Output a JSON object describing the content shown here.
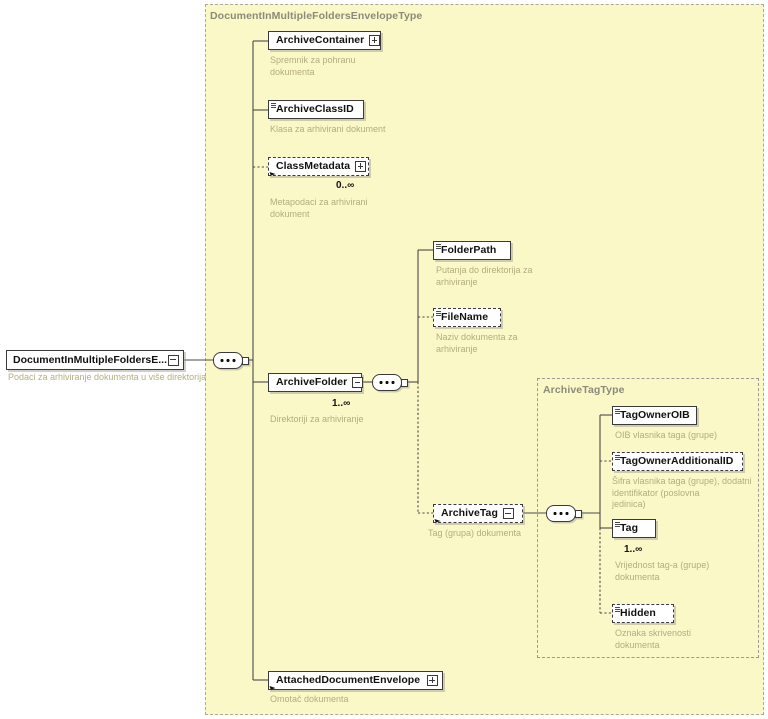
{
  "diagram": {
    "type": "xsd-schema-tree",
    "root": {
      "label": "DocumentInMultipleFoldersE...",
      "annotation": "Podaci za arhiviranje dokumenta u više direktorija"
    },
    "groups": [
      {
        "id": "envelope-type",
        "title": "DocumentInMultipleFoldersEnvelopeType"
      },
      {
        "id": "archive-tag-type",
        "title": "ArchiveTagType"
      }
    ],
    "nodes": [
      {
        "id": "archive-container",
        "label": "ArchiveContainer",
        "annotation": "Spremnik za pohranu\ndokumenta",
        "optional": false,
        "expander": "plus",
        "cardinality": ""
      },
      {
        "id": "archive-class-id",
        "label": "ArchiveClassID",
        "annotation": "Klasa za arhivirani dokument",
        "optional": false,
        "expander": "",
        "cardinality": ""
      },
      {
        "id": "class-metadata",
        "label": "ClassMetadata",
        "annotation": "Metapodaci za arhivirani\ndokument",
        "optional": true,
        "expander": "plus",
        "cardinality": "0..∞"
      },
      {
        "id": "archive-folder",
        "label": "ArchiveFolder",
        "annotation": "Direktoriji za arhiviranje",
        "optional": false,
        "expander": "minus",
        "cardinality": "1..∞"
      },
      {
        "id": "folder-path",
        "label": "FolderPath",
        "annotation": "Putanja do direktorija za\narhiviranje",
        "optional": false,
        "expander": "",
        "cardinality": ""
      },
      {
        "id": "file-name",
        "label": "FileName",
        "annotation": "Naziv dokumenta za\narhiviranje",
        "optional": true,
        "expander": "",
        "cardinality": ""
      },
      {
        "id": "archive-tag",
        "label": "ArchiveTag",
        "annotation": "Tag (grupa) dokumenta",
        "optional": true,
        "expander": "minus",
        "cardinality": ""
      },
      {
        "id": "tag-owner-oib",
        "label": "TagOwnerOIB",
        "annotation": "OIB vlasnika taga (grupe)",
        "optional": false,
        "expander": "",
        "cardinality": ""
      },
      {
        "id": "tag-owner-additional-id",
        "label": "TagOwnerAdditionalID",
        "annotation": "Šifra vlasnika taga (grupe), dodatni\n        identifikator (poslovna\njedinica)",
        "optional": true,
        "expander": "",
        "cardinality": ""
      },
      {
        "id": "tag",
        "label": "Tag",
        "annotation": "Vrijednost tag-a (grupe)\ndokumenta",
        "optional": false,
        "expander": "",
        "cardinality": "1..∞"
      },
      {
        "id": "hidden",
        "label": "Hidden",
        "annotation": "Oznaka skrivenosti\ndokumenta",
        "optional": true,
        "expander": "",
        "cardinality": ""
      },
      {
        "id": "attached-document-envelope",
        "label": "AttachedDocumentEnvelope",
        "annotation": "Omotač dokumenta",
        "optional": false,
        "expander": "plus",
        "cardinality": ""
      }
    ],
    "colors": {
      "group_fill": "#fbf8c8",
      "group_border": "#a9a9a0",
      "node_border": "#3a3a3a",
      "node_fill": "#ffffff",
      "annotation_text": "#b3ac7e",
      "title_text": "#8a8a7a"
    }
  }
}
